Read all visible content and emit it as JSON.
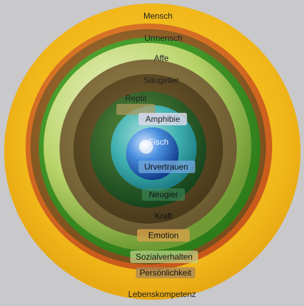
{
  "diagram": {
    "labels": {
      "mensch": "Mensch",
      "urmensch": "Urmensch",
      "affe": "Affe",
      "saeugetier": "Säugetier",
      "reptil": "Reptil",
      "amphibie": "Amphibie",
      "fisch": "Fisch",
      "urvertrauen": "Urvertrauen",
      "neugier": "Neugier",
      "kraft": "Kraft",
      "emotion": "Emotion",
      "sozialverhalten": "Sozialverhalten",
      "persoenlichkeit": "Persönlichkeit",
      "lebenskompetenz": "Lebenskompetenz"
    },
    "colors": {
      "background": "#c9c8cb",
      "outer_yellow": "#f2b81a",
      "orange": "#e0741c",
      "brown_ring": "#9c6a2a",
      "green_ring": "#3d9a27",
      "light_green": "#b9d46a",
      "olive": "#7a6a3a",
      "dark_olive": "#5c4a24",
      "dark_green": "#1d5a2a",
      "teal": "#27a3a3",
      "blue": "#2468c2",
      "white_core": "#f3f7fc"
    }
  }
}
